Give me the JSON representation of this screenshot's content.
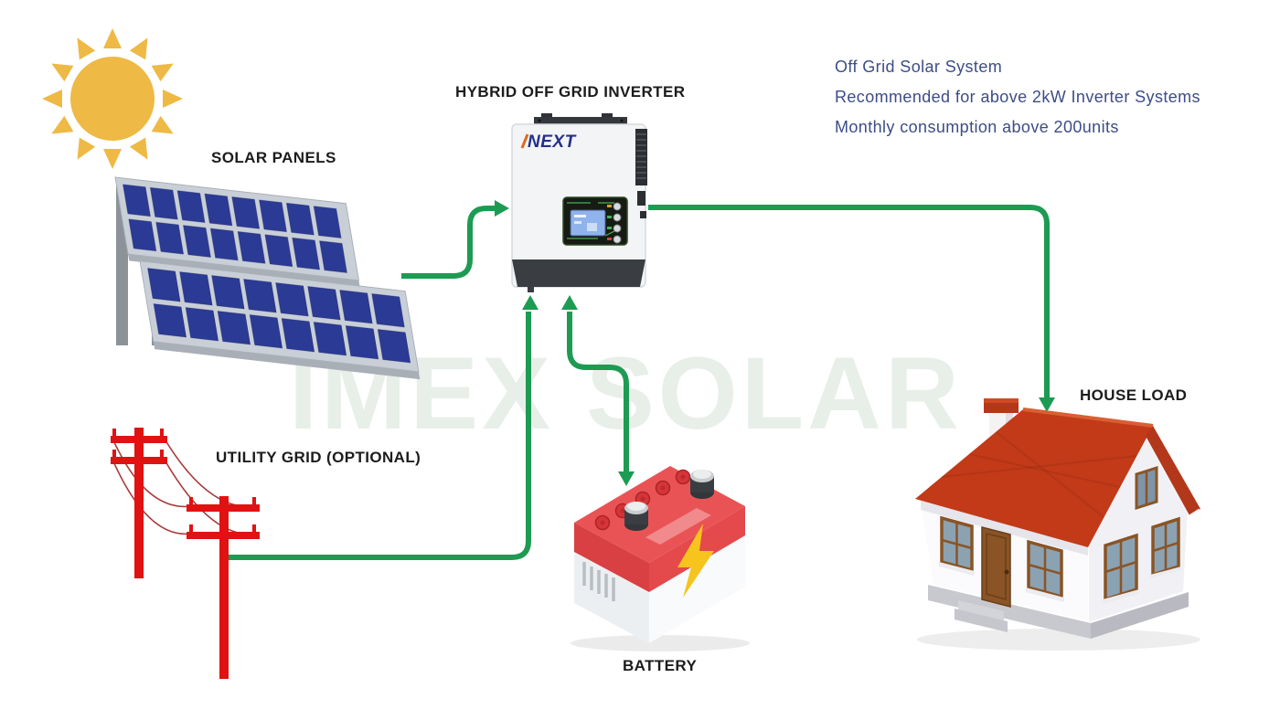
{
  "watermark": "IMEX SOLAR",
  "info_panel": {
    "lines": [
      "Off Grid Solar System",
      "Recommended for above 2kW Inverter Systems",
      "Monthly consumption above 200units"
    ]
  },
  "labels": {
    "solar_panels": "SOLAR PANELS",
    "inverter": "HYBRID OFF GRID INVERTER",
    "utility_grid": "UTILITY GRID (OPTIONAL)",
    "battery": "BATTERY",
    "house_load": "HOUSE LOAD"
  },
  "inverter": {
    "brand": "NEXT"
  },
  "connections": [
    {
      "from": "solar-panels",
      "to": "inverter",
      "type": "one-way"
    },
    {
      "from": "utility-grid",
      "to": "inverter",
      "type": "one-way"
    },
    {
      "from": "inverter",
      "to": "battery",
      "type": "two-way"
    },
    {
      "from": "inverter",
      "to": "house-load",
      "type": "one-way"
    }
  ],
  "colors": {
    "arrow_green": "#1d9b52",
    "utility_red": "#e11212",
    "sun_yellow": "#eeb944",
    "panel_cell_blue": "#2b3a94",
    "info_text_blue": "#3d4d85",
    "roof_red": "#c23a17",
    "battery_red": "#e34b4d",
    "bolt_yellow": "#f6c41d",
    "watermark_green": "#e8efe9"
  }
}
